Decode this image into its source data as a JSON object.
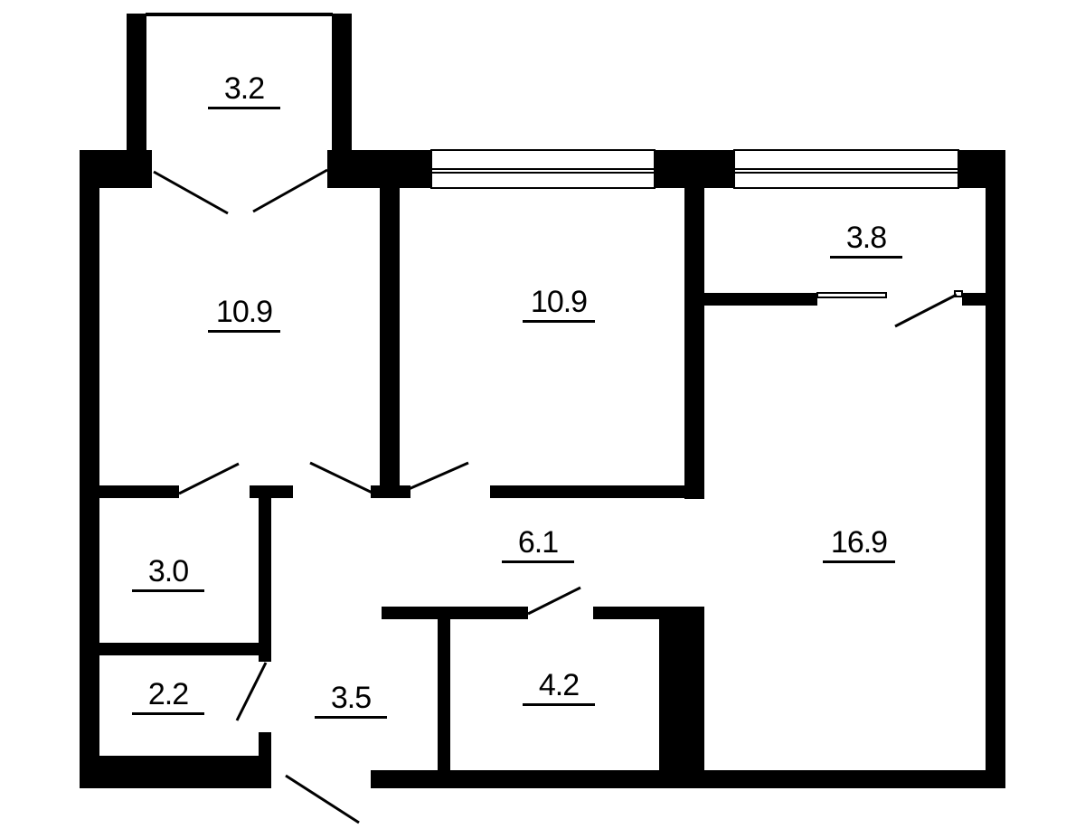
{
  "colors": {
    "wall": "#000000",
    "background": "#ffffff"
  },
  "rooms": {
    "balcony_top": "3.2",
    "bedroom_left": "10.9",
    "bedroom_center": "10.9",
    "balcony_right": "3.8",
    "living_room": "16.9",
    "hall": "6.1",
    "bathroom": "3.0",
    "toilet": "2.2",
    "entrance": "3.5",
    "storage": "4.2"
  }
}
